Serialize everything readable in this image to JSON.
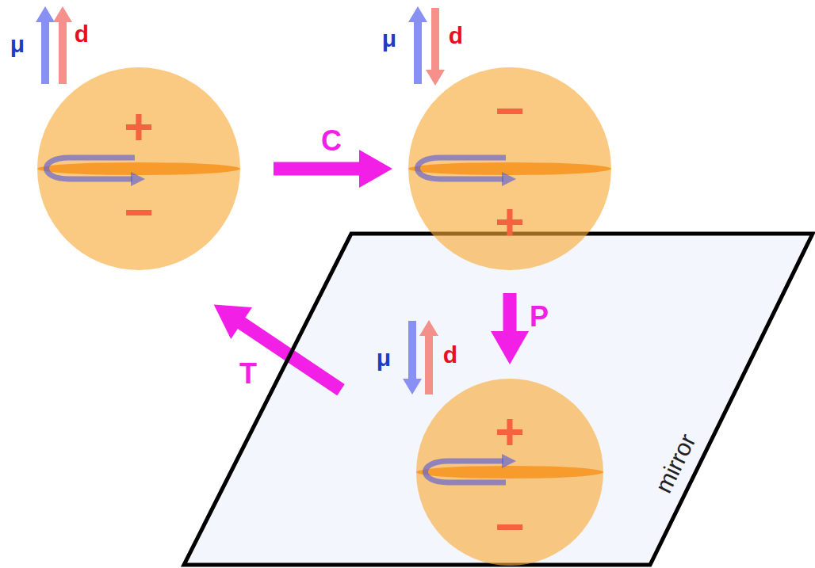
{
  "diagram": {
    "nodes": [
      {
        "text": [
          "+",
          "−"
        ]
      },
      {
        "text": [
          "−",
          "+"
        ]
      },
      {
        "text": [
          "mirror"
        ]
      },
      {
        "text": [
          "+",
          "−"
        ],
        "in": 2
      }
    ],
    "edges": [
      {
        "from": 0,
        "to": 1,
        "arrow": "to",
        "label": "C"
      },
      {
        "from": 1,
        "to": 3,
        "arrow": "to",
        "label": "P"
      },
      {
        "from": 3,
        "to": 0,
        "arrow": "to",
        "label": "T"
      }
    ],
    "labels": [
      "μ",
      "d",
      "μ",
      "d",
      "μ",
      "d"
    ]
  }
}
